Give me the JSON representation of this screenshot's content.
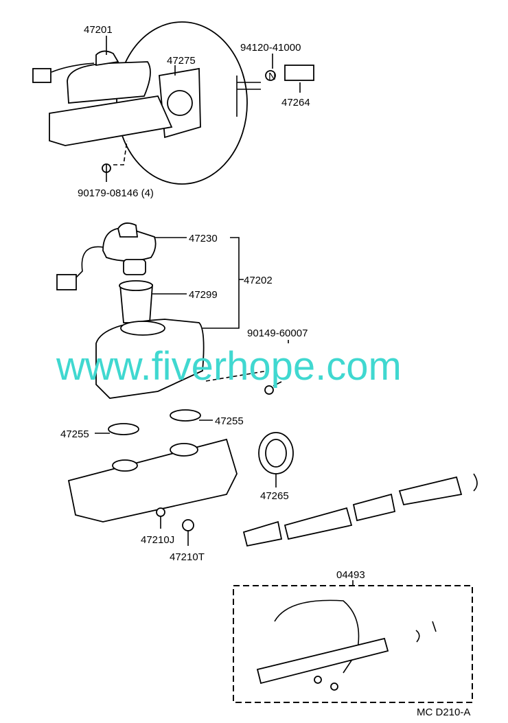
{
  "diagram": {
    "labels": {
      "p47201": "47201",
      "p47275": "47275",
      "p94120": "94120-41000",
      "p47264": "47264",
      "p90179": "90179-08146 (4)",
      "p47230": "47230",
      "p47202": "47202",
      "p47299": "47299",
      "p90149": "90149-60007",
      "p47255a": "47255",
      "p47255b": "47255",
      "p47265": "47265",
      "p47210J": "47210J",
      "p47210T": "47210T",
      "p04493": "04493",
      "nut_mark": "N",
      "code": "MC  D210-A"
    },
    "watermark": "www.fiverhope.com"
  }
}
